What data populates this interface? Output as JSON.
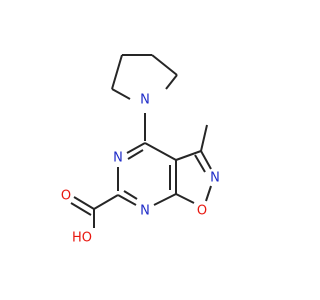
{
  "colors": {
    "background": "#ffffff",
    "bond": "#262626",
    "nitrogen": "#1f2cc8",
    "oxygen": "#e8170f"
  },
  "atoms": {
    "pyrrolidine_n": "N",
    "pyrimidine_n_upper": "N",
    "pyrimidine_n_lower": "N",
    "isoxazole_n": "N",
    "isoxazole_o": "O",
    "carbonyl_o": "O",
    "hydroxyl": "HO"
  }
}
